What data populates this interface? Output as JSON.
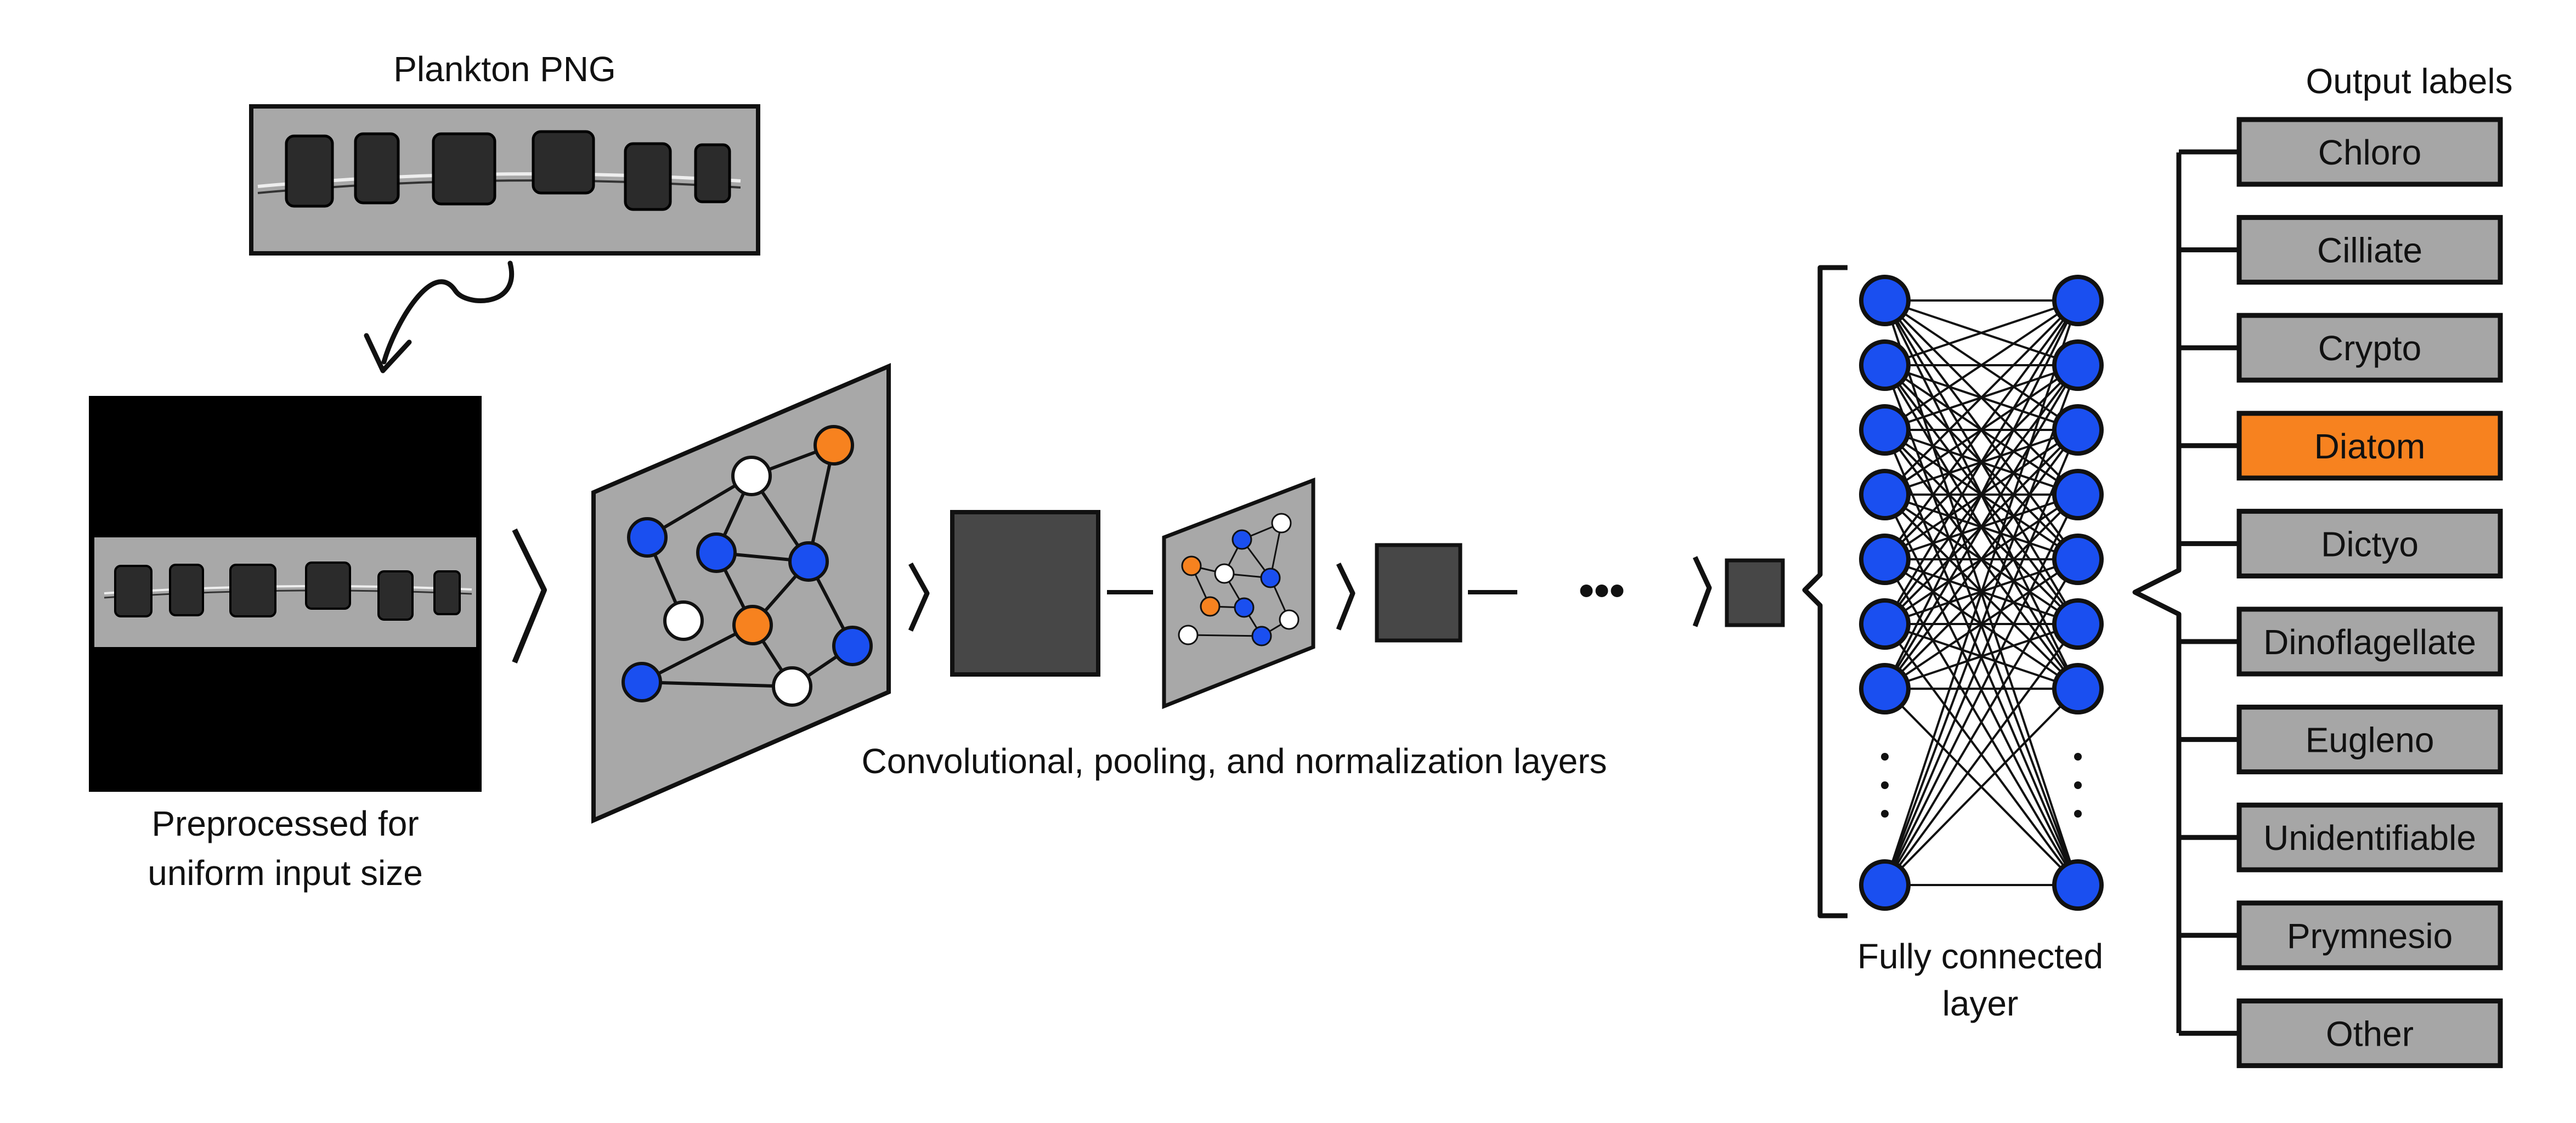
{
  "texts": {
    "png_title": "Plankton PNG",
    "pre_line1": "Preprocessed for",
    "pre_line2": "uniform input size",
    "conv_caption": "Convolutional, pooling, and normalization layers",
    "fc_line1": "Fully connected",
    "fc_line2": "layer",
    "output_title": "Output labels"
  },
  "output_labels": [
    {
      "label": "Chloro",
      "highlight": false
    },
    {
      "label": "Cilliate",
      "highlight": false
    },
    {
      "label": "Crypto",
      "highlight": false
    },
    {
      "label": "Diatom",
      "highlight": true
    },
    {
      "label": "Dictyo",
      "highlight": false
    },
    {
      "label": "Dinoflagellate",
      "highlight": false
    },
    {
      "label": "Eugleno",
      "highlight": false
    },
    {
      "label": "Unidentifiable",
      "highlight": false
    },
    {
      "label": "Prymnesio",
      "highlight": false
    },
    {
      "label": "Other",
      "highlight": false
    }
  ],
  "colors": {
    "node_blue": "#1a4ff0",
    "node_orange": "#f7821f",
    "node_white": "#ffffff",
    "panel_gray": "#a8a8a8",
    "dark_block": "#474747",
    "label_gray": "#a6a6a6",
    "label_highlight": "#f7821f",
    "outline": "#111111"
  },
  "network": {
    "nodes_per_column": 8,
    "ellipsis_glyph": "•••"
  }
}
